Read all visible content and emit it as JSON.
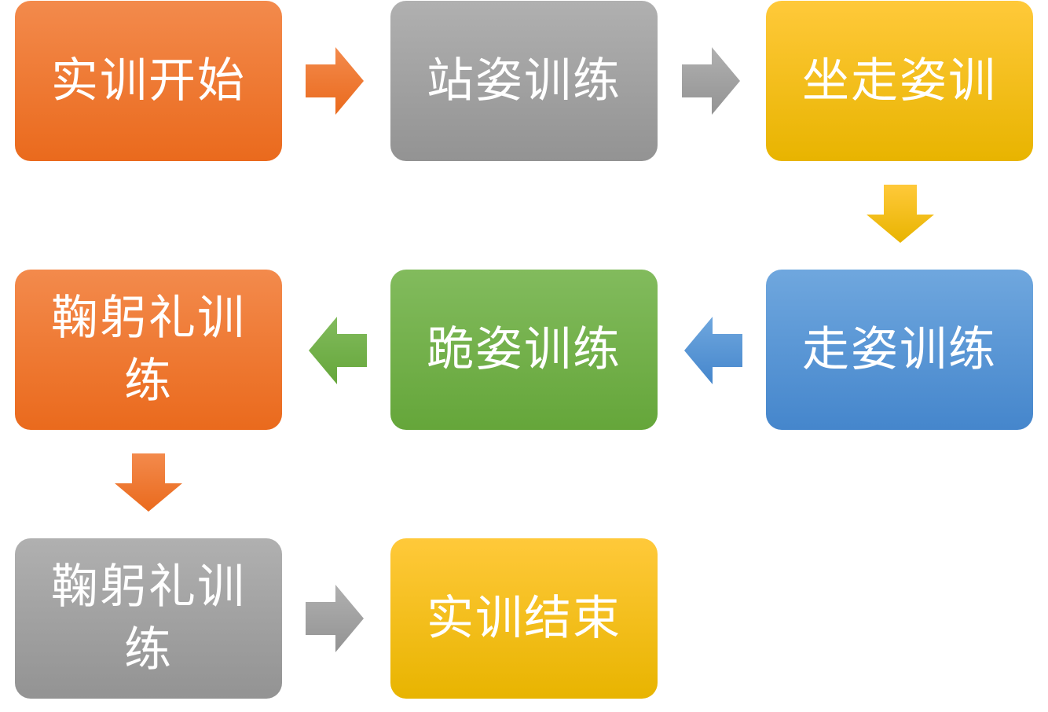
{
  "steps": {
    "s1": "实训开始",
    "s2": "站姿训练",
    "s3": "坐走姿训",
    "s4": "走姿训练",
    "s5": "跪姿训练",
    "s6": "鞠躬礼训练",
    "s7": "鞠躬礼训练",
    "s8": "实训结束"
  },
  "colors": {
    "orange": "#ed7226",
    "gray": "#a5a5a5",
    "yellow": "#ffc000",
    "blue": "#5b9bd5",
    "green": "#70ad47"
  }
}
